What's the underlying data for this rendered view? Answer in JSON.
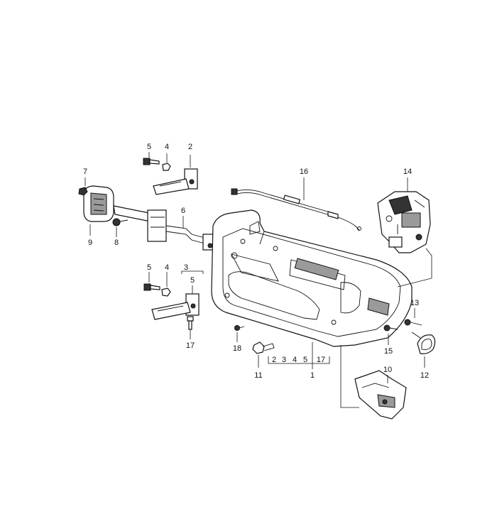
{
  "callouts": {
    "c1": "1",
    "c2": "2",
    "c3": "3",
    "c4_top": "4",
    "c4_bottom": "4",
    "c5_top": "5",
    "c5_bottom": "5",
    "c5_bracket": "5",
    "c6": "6",
    "c7": "7",
    "c8": "8",
    "c9": "9",
    "c10": "10",
    "c11": "11",
    "c12": "12",
    "c13": "13",
    "c14": "14",
    "c15": "15",
    "c16": "16",
    "c17": "17",
    "c18": "18"
  },
  "assembly_group": {
    "items": [
      "2",
      "3",
      "4",
      "5",
      "17"
    ],
    "total": "1"
  }
}
